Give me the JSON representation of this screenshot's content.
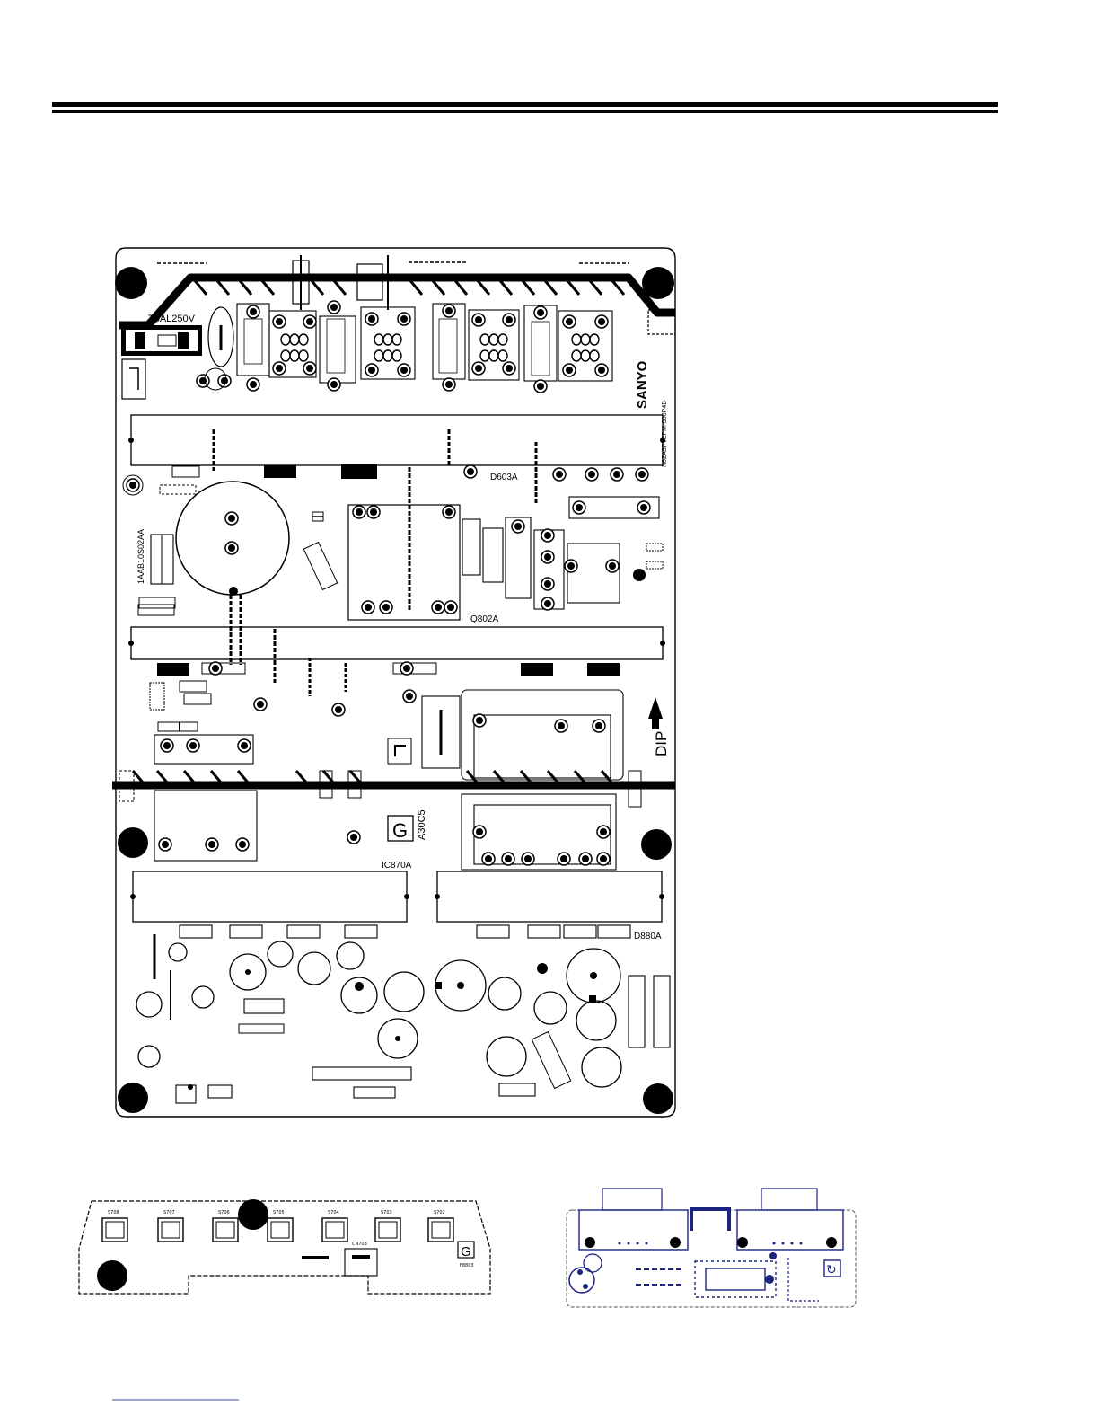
{
  "main_board": {
    "fuse_label": "T6AL250V",
    "brand": "SANYO",
    "pcb_code_vertical": "N6ZA5PVZPM-S00P4B",
    "varistor_label": "1AAB10S02AA",
    "diode_label": "D603A",
    "transistor_label": "Q802A",
    "ic_label": "IC870A",
    "diode2_label": "D880A",
    "dip_label": "DIP",
    "ground_symbol": "G",
    "ground_code": "A30C5"
  },
  "front_board": {
    "button_labels": [
      "S708",
      "S707",
      "S706",
      "S705",
      "S704",
      "S703",
      "S702"
    ],
    "connector_label": "CN703",
    "ground_symbol": "G",
    "ground_code": "F8803"
  },
  "small_board": {
    "symbol": "↻"
  },
  "colors": {
    "ink": "#000000",
    "small_board_ink": "#1a237e"
  }
}
